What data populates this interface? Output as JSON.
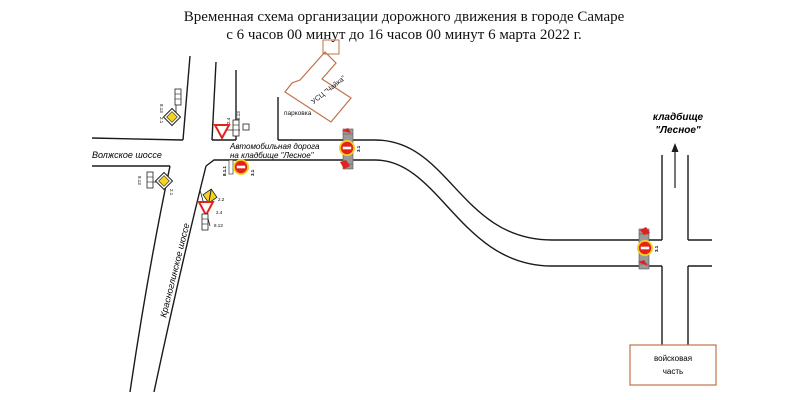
{
  "title": {
    "line1": "Временная схема организации дорожного движения в городе Самаре",
    "line2": "с 6 часов 00 минут до 16 часов 00 минут 6 марта 2022 г."
  },
  "roads": {
    "volzhskoe": "Волжское шоссе",
    "krasnoglinskoe": "Красноглинское шоссе",
    "cemetery_road_line1": "Автомобильная дорога",
    "cemetery_road_line2": "на кладбище \"Лесное\""
  },
  "places": {
    "cemetery_line1": "кладбище",
    "cemetery_line2": "\"Лесное\"",
    "military_line1": "войсковая",
    "military_line2": "часть",
    "building": "УСЦ \"Чайка\"",
    "parking": "парковка"
  },
  "sign_codes": {
    "s_3_1": "3.1",
    "s_8_1_1": "8.1.1",
    "s_2_4": "2.4",
    "s_8_13": "8.13",
    "s_2_1": "2.1",
    "s_2_2": "2.2",
    "s_1_7": "1.7",
    "s_1_8": "1.8"
  },
  "colors": {
    "road_line": "#1a1a1a",
    "building": "#c0714a",
    "no_entry": "#e3231b",
    "sign_yellow": "#f4d21f",
    "barrier": "#9a9a9a",
    "priority_border": "#222222"
  },
  "icons": [
    "no-entry-sign-icon",
    "give-way-sign-icon",
    "priority-road-sign-icon",
    "road-barrier-icon",
    "traffic-light-icon",
    "arrow-north-icon"
  ]
}
